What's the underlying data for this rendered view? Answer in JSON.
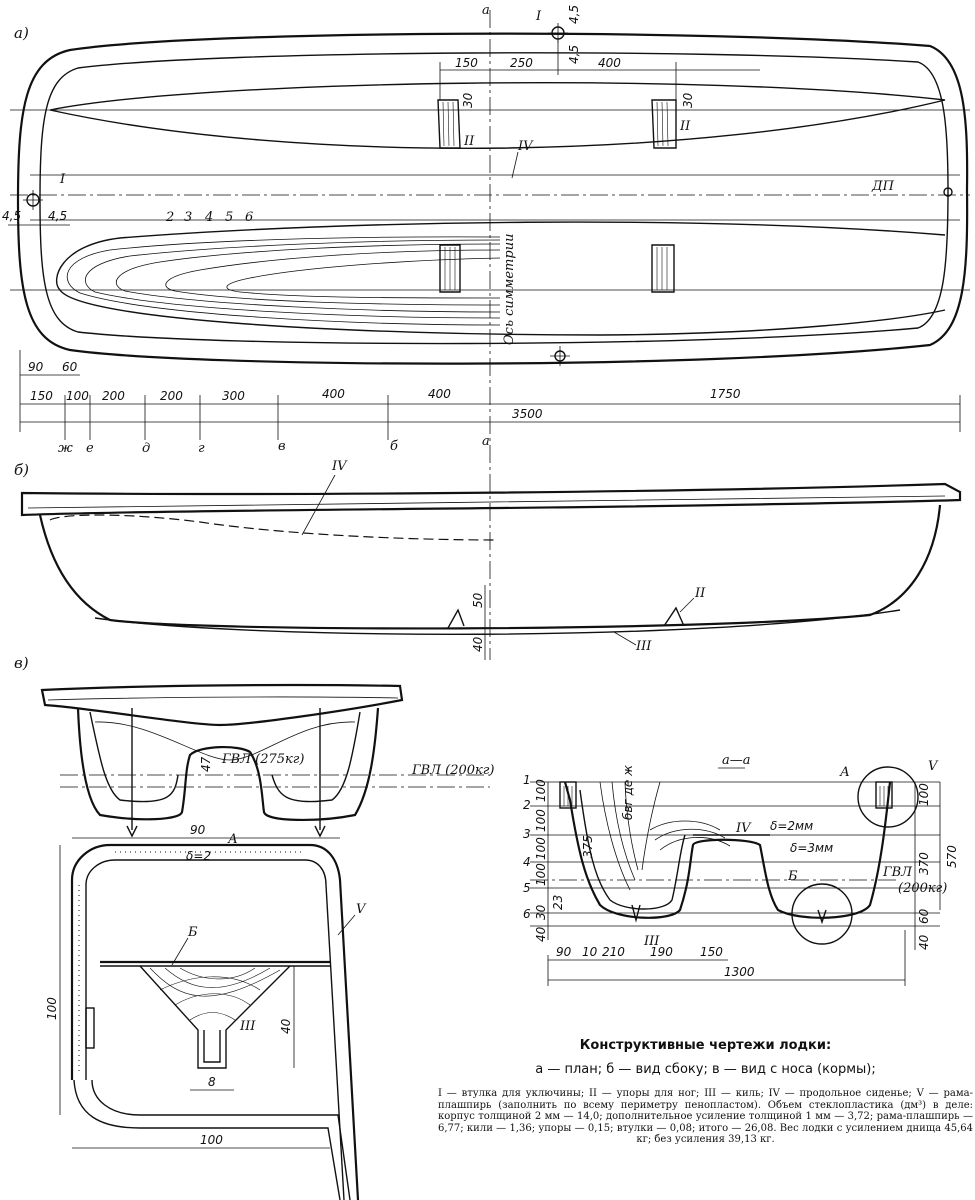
{
  "views": {
    "plan": "а)",
    "side": "б)",
    "front": "в)"
  },
  "plan": {
    "section_mark": "а",
    "roman": {
      "I": "I",
      "II": "II",
      "IV": "IV"
    },
    "dp": "ДП",
    "symmetry_axis": "Ось симметрии",
    "keel_lines": [
      "2",
      "3",
      "4",
      "5",
      "6"
    ],
    "top_dims": [
      "150",
      "250",
      "400",
      "30",
      "4,5",
      "4,5"
    ],
    "left_dims": [
      "4,5",
      "4,5"
    ],
    "bottom_dims_row1": [
      "90",
      "60"
    ],
    "bottom_dims_row2": [
      "150",
      "100",
      "200",
      "200",
      "300",
      "400",
      "400",
      "1750"
    ],
    "overall": "3500",
    "stations": [
      "ж",
      "е",
      "д",
      "г",
      "в",
      "б",
      "а"
    ]
  },
  "side": {
    "roman": {
      "IV": "IV",
      "II": "II",
      "III": "III"
    },
    "dims": [
      "50",
      "40"
    ]
  },
  "front": {
    "waterline_275": "ГВЛ (275кг)",
    "waterline_200": "ГВЛ (200кг)",
    "dim_47": "47",
    "detail": {
      "A": "А",
      "B": "Б",
      "III": "III",
      "V": "V",
      "t": "δ=2",
      "dims": [
        "90",
        "100",
        "40",
        "8",
        "100"
      ]
    }
  },
  "section": {
    "title": "а—а",
    "rows": [
      "1",
      "2",
      "3",
      "4",
      "5",
      "6"
    ],
    "left_dims": [
      "100",
      "100",
      "100",
      "100",
      "23",
      "40",
      "30"
    ],
    "inner_dim": "375",
    "frame_letters": "бвг де ж",
    "thk1": "δ=2мм",
    "thk2": "δ=3мм",
    "labels": {
      "IV": "IV",
      "A": "А",
      "V": "V",
      "B": "Б",
      "III": "III"
    },
    "waterline": "ГВЛ",
    "waterline_kg": "(200кг)",
    "right_dims": [
      "100",
      "370",
      "570",
      "60",
      "40"
    ],
    "bottom_dims": [
      "90",
      "10",
      "210",
      "190",
      "150"
    ],
    "overall": "1300"
  },
  "caption": {
    "title": "Конструктивные чертежи лодки:",
    "subtitle": "а — план; б — вид сбоку; в — вид с носа (кормы);",
    "body": "I — втулка для уключины; II — упоры для ног; III — киль; IV — продольное сиденье; V — рама-плашпирь (заполнить по всему периметру пенопластом). Объем стеклопластика (дм³) в деле: корпус толщиной 2 мм — 14,0; дополнительное усиление толщиной 1 мм — 3,72; рама-плашпирь — 6,77; кили — 1,36; упоры — 0,15; втулки — 0,08; итого — 26,08. Вес лодки с усилением днища 45,64 кг; без усиления 39,13 кг."
  }
}
